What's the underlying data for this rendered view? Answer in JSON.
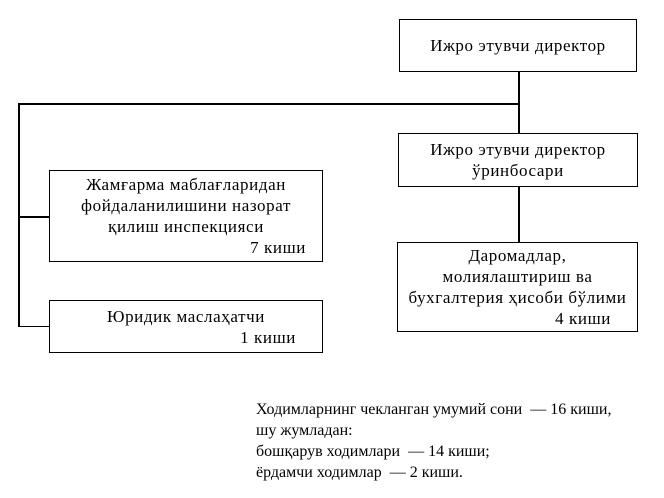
{
  "page": {
    "background_color": "#ffffff",
    "line_color": "#000000",
    "text_color": "#000000"
  },
  "org_chart": {
    "boxes": {
      "director": {
        "lines": [
          "Ижро этувчи директор"
        ]
      },
      "deputy": {
        "lines": [
          "Ижро этувчи директор",
          "ўринбосари"
        ]
      },
      "inspection": {
        "lines": [
          "Жамғарма маблағларидан",
          "фойдаланилишини назорат",
          "қилиш инспекцияси"
        ],
        "count": "7 киши"
      },
      "legal": {
        "lines": [
          "Юридик маслаҳатчи"
        ],
        "count": "1 киши"
      },
      "accounting": {
        "lines": [
          "Даромадлар,",
          "молиялаштириш ва",
          "бухгалтерия ҳисоби бўлими"
        ],
        "count": "4 киши"
      }
    },
    "footnote": {
      "lines": [
        "Ходимларнинг чекланган умумий сони  — 16 киши,",
        "шу жумладан:",
        "бошқарув ходимлари  — 14 киши;",
        "ёрдамчи ходимлар  — 2 киши."
      ]
    }
  }
}
